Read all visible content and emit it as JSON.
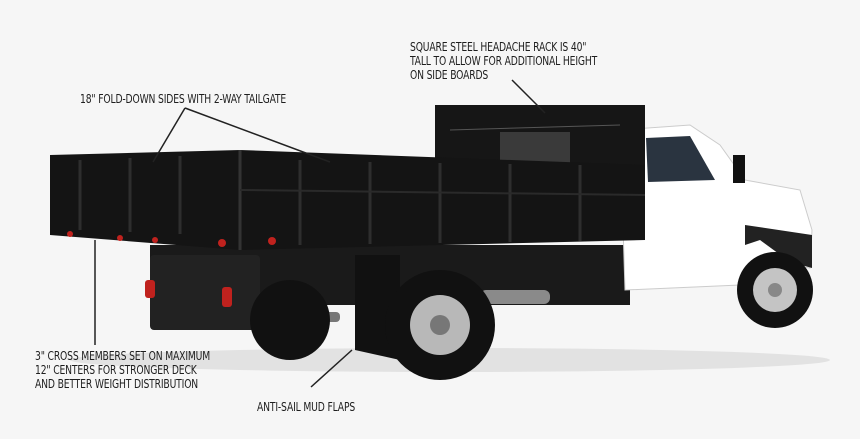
{
  "callouts": {
    "headache_rack": "Square steel headache rack is 40\"\ntall to allow for additional height\non side boards",
    "fold_down_sides": "18\" fold-down sides with 2-way tailgate",
    "cross_members": "3\" cross members set on maximum\n12\" centers for stronger deck\nand better weight distribution",
    "mud_flaps": "Anti-sail mud flaps"
  },
  "colors": {
    "background": "#f6f6f6",
    "body": "#141414",
    "cab": "#ffffff"
  }
}
